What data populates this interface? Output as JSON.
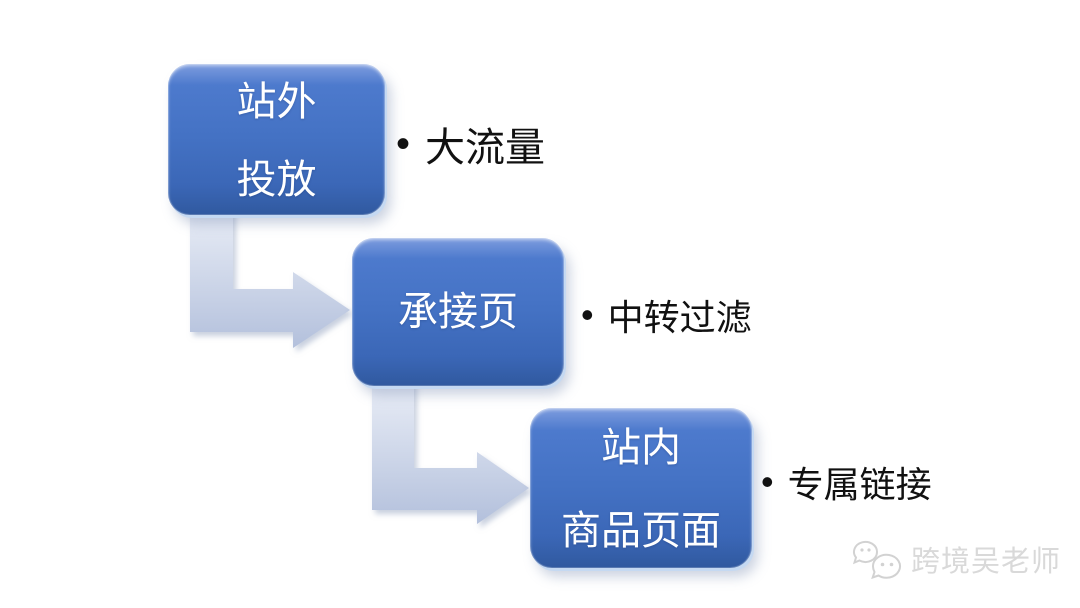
{
  "colors": {
    "background": "#ffffff",
    "node_fill": "#4472c4",
    "node_fill_top": "#7e9ddf",
    "node_fill_bottom": "#30599f",
    "node_rim": "#c5d9f2",
    "node_text": "#ffffff",
    "arrow_light": "#eaeef7",
    "arrow_dark": "#b3c0dc",
    "bullet_text": "#111111",
    "watermark": "#d9d9d9"
  },
  "flow": {
    "bullet_glyph": "•",
    "nodes": [
      {
        "label_lines": [
          "站外",
          "投放"
        ],
        "annotation": "大流量"
      },
      {
        "label_lines": [
          "承接页"
        ],
        "annotation": "中转过滤"
      },
      {
        "label_lines": [
          "站内",
          "商品页面"
        ],
        "annotation": "专属链接"
      }
    ]
  },
  "watermark": {
    "text": "跨境吴老师",
    "icon": "wechat-icon"
  }
}
